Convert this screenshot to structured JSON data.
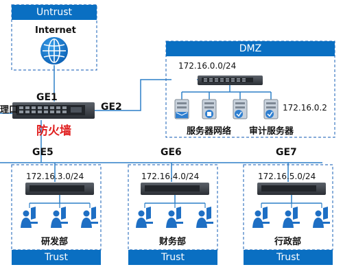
{
  "untrust": {
    "label": "Untrust",
    "internet_label": "Internet",
    "port": "GE1"
  },
  "firewall": {
    "label": "防火墙",
    "mgmt_label": "理口"
  },
  "dmz": {
    "label": "DMZ",
    "port": "GE2",
    "subnet": "172.16.0.0/24",
    "server_ip": "172.16.0.2",
    "server_group_label": "服务器网络",
    "audit_server_label": "审计服务器"
  },
  "zones": [
    {
      "port": "GE5",
      "subnet": "172.16.3.0/24",
      "dept": "研发部",
      "zone": "Trust"
    },
    {
      "port": "GE6",
      "subnet": "172.16.4.0/24",
      "dept": "财务部",
      "zone": "Trust"
    },
    {
      "port": "GE7",
      "subnet": "172.16.5.0/24",
      "dept": "行政部",
      "zone": "Trust"
    }
  ],
  "colors": {
    "zone_bar": "#0a6fc2",
    "link": "#2b7fc7",
    "dashed_border": "#3b78c2",
    "firewall_label": "#e02020",
    "device_body": "#3a3f47"
  }
}
